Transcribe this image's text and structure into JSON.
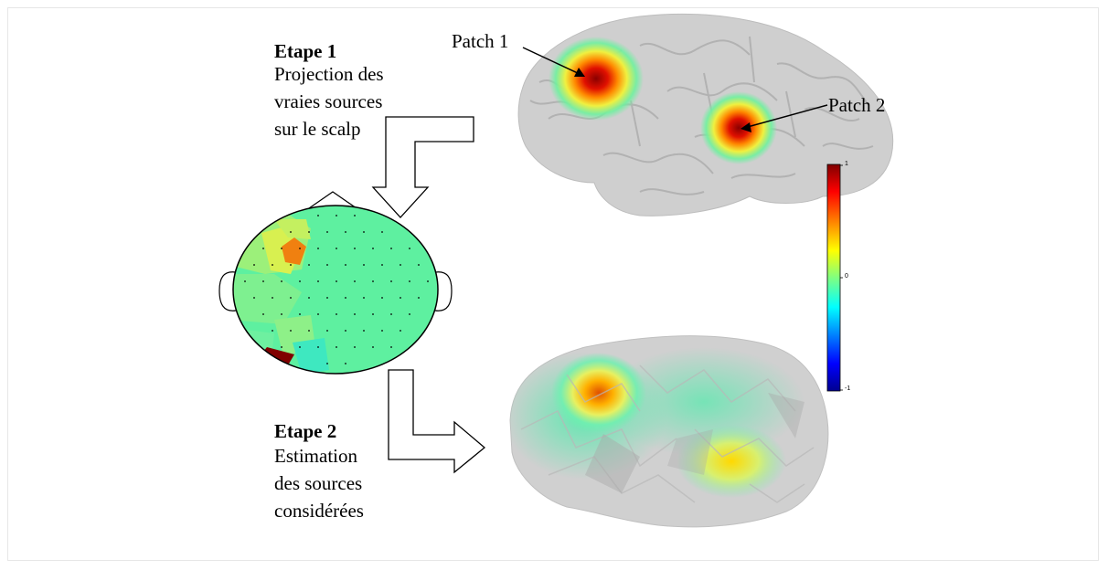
{
  "step1": {
    "title": "Etape 1",
    "lines": [
      "Projection des",
      "vraies sources",
      "sur le scalp"
    ]
  },
  "step2": {
    "title": "Etape 2",
    "lines": [
      "Estimation",
      "des sources",
      "considérées"
    ]
  },
  "labels": {
    "patch1": "Patch 1",
    "patch2": "Patch 2"
  },
  "colorbar": {
    "max_label": "1",
    "mid_label": "0",
    "min_label": "-1",
    "colormap": [
      "#00008f",
      "#0000ff",
      "#00ffff",
      "#80ff80",
      "#ffff00",
      "#ff8000",
      "#ff0000",
      "#800000"
    ]
  },
  "colors": {
    "cortex_gray": "#c8c8c8",
    "scalp_base": "#5ef0a0",
    "hot": "#cc0000",
    "dark_red": "#800000"
  }
}
